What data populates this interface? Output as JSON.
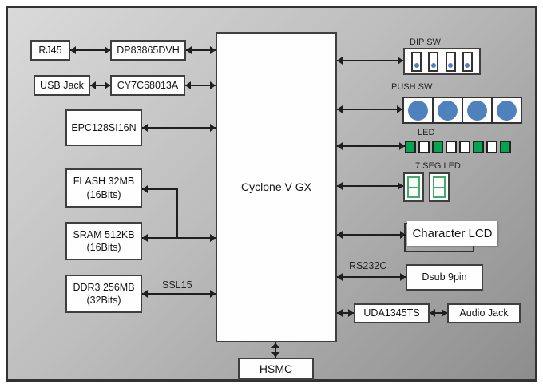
{
  "chip": {
    "label": "Cyclone V GX"
  },
  "left": {
    "rj45": "RJ45",
    "ethernet_phy": "DP83865DVH",
    "usb_jack": "USB Jack",
    "usb_controller": "CY7C68013A",
    "config_device": "EPC128SI16N",
    "flash": {
      "line1": "FLASH 32MB",
      "line2": "(16Bits)"
    },
    "sram": {
      "line1": "SRAM 512KB",
      "line2": "(16Bits)"
    },
    "ddr3": {
      "line1": "DDR3 256MB",
      "line2": "(32Bits)"
    },
    "ssl15_label": "SSL15"
  },
  "right": {
    "dip_sw": {
      "label": "DIP SW",
      "count": 4
    },
    "push_sw": {
      "label": "PUSH SW",
      "count": 4
    },
    "led": {
      "label": "LED",
      "states": [
        "on",
        "off",
        "on",
        "off",
        "off",
        "on",
        "off",
        "on"
      ]
    },
    "seven_seg": {
      "label": "7 SEG LED",
      "count": 2
    },
    "character_lcd": "Character LCD",
    "rs232c_label": "RS232C",
    "dsub": "Dsub 9pin",
    "audio_codec": "UDA1345TS",
    "audio_jack": "Audio Jack"
  },
  "bottom": {
    "hsmc": "HSMC"
  },
  "colors": {
    "push_button": "#4f81bd",
    "dip_dot": "#4f81bd",
    "led_on": "#00a651",
    "led_off": "#ffffff",
    "seven_seg": "#3fae6a"
  }
}
